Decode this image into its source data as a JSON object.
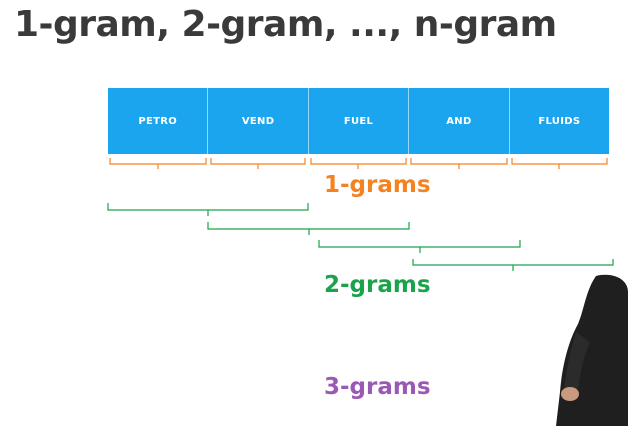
{
  "title": "1-gram, 2-gram, ..., n-gram",
  "tokens": [
    "PETRO",
    "VEND",
    "FUEL",
    "AND",
    "FLUIDS"
  ],
  "labels": {
    "one_gram": "1-grams",
    "two_gram": "2-grams",
    "three_gram": "3-grams"
  },
  "colors": {
    "token_fill": "#1aa5ee",
    "one_gram": "#f58220",
    "two_gram": "#1aa34a",
    "three_gram": "#9b59b6",
    "title": "#3a3a3a"
  }
}
